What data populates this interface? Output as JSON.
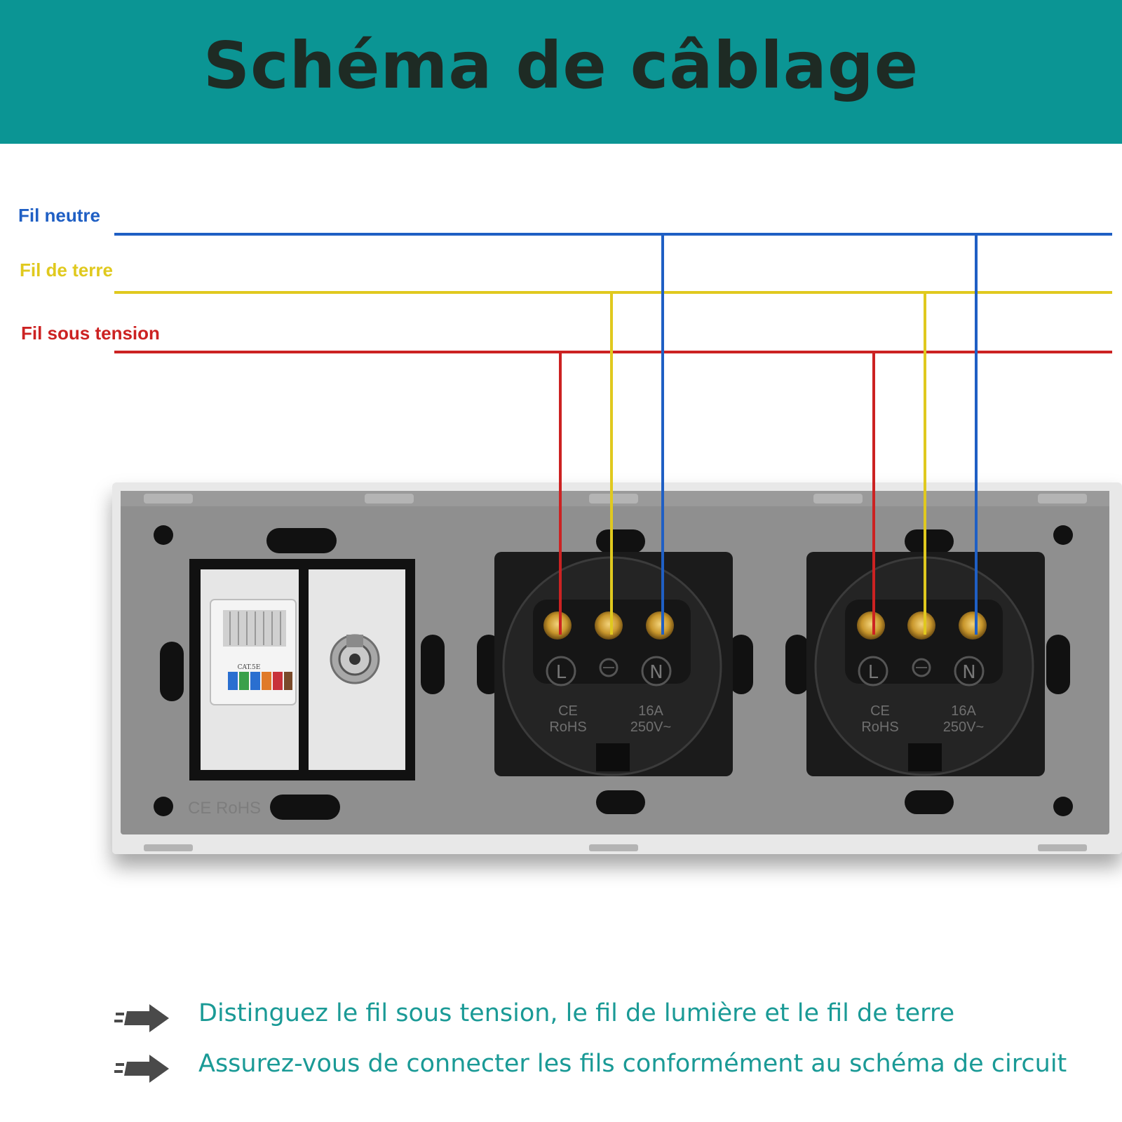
{
  "header": {
    "title": "Schéma de câblage",
    "background": "#0b9594",
    "title_color": "#1e2b24"
  },
  "wires": [
    {
      "id": "neutral",
      "label": "Fil neutre",
      "color": "#1f5fc4"
    },
    {
      "id": "earth",
      "label": "Fil de terre",
      "color": "#e0c91e"
    },
    {
      "id": "live",
      "label": "Fil sous tension",
      "color": "#cc2222"
    }
  ],
  "terminals": {
    "live": "L",
    "neutral": "N",
    "marking_1": "CE",
    "marking_2": "RoHS",
    "rating_1": "16A",
    "rating_2": "250V~"
  },
  "data_module": {
    "jack_label": "CAT.5E",
    "plate_marking": "CE RoHS"
  },
  "notes": {
    "color": "#1a9a96",
    "items": [
      {
        "icon": "arrow-right-icon",
        "text": "Distinguez le fil sous tension, le fil de lumière et le fil de terre"
      },
      {
        "icon": "arrow-right-icon",
        "text": "Assurez-vous de connecter les fils conformément au schéma de circuit"
      }
    ]
  }
}
